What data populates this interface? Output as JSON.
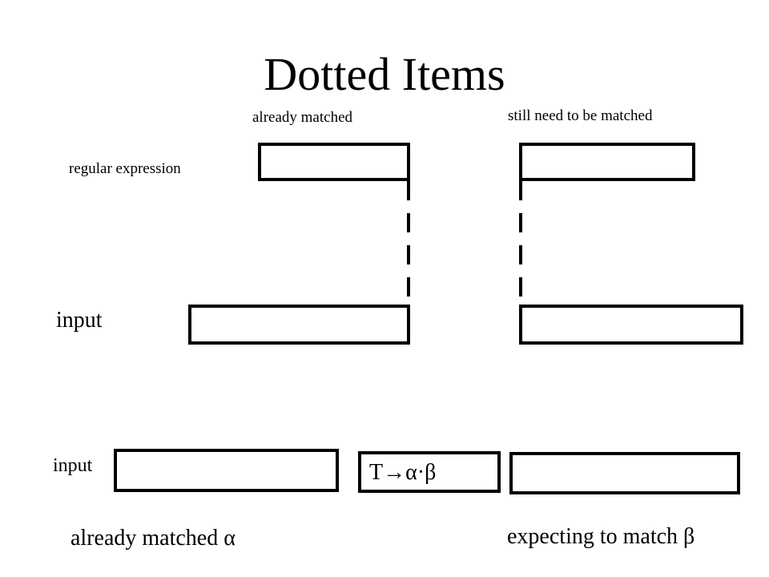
{
  "slide": {
    "title": "Dotted Items"
  },
  "labels": {
    "already_matched_top": "already matched",
    "still_need": "still need to be matched",
    "regular_expression": "regular expression",
    "input_1": "input",
    "input_2": "input",
    "already_matched_alpha": "already matched α",
    "expecting_beta": "expecting to  match β"
  },
  "item": {
    "text": "T→α·β"
  }
}
